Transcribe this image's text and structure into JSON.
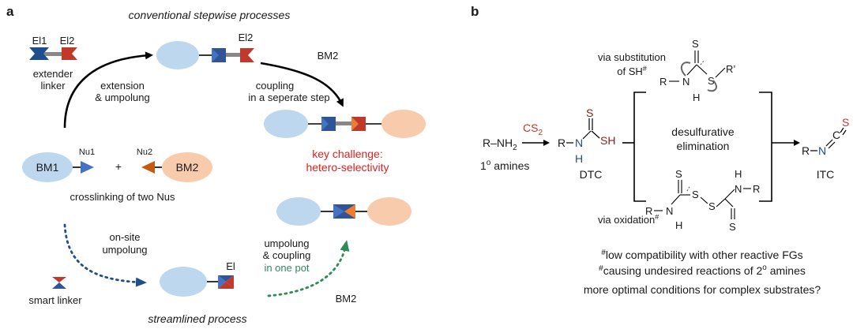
{
  "panel_a": {
    "letter": "a",
    "title_top": "conventional stepwise processes",
    "el1": "El1",
    "el2": "El2",
    "el2_mid": "El2",
    "extender_1": "extender",
    "extender_2": "linker",
    "extension_1": "extension",
    "extension_2": "& umpolung",
    "bm2_top": "BM2",
    "coupling_1": "coupling",
    "coupling_2": "in a seperate step",
    "key_1": "key challenge:",
    "key_2": "hetero-selectivity",
    "bm1": "BM1",
    "nu1": "Nu1",
    "plus": "+",
    "nu2": "Nu2",
    "bm2": "BM2",
    "crosslinking": "crosslinking of two Nus",
    "onsite_1": "on-site",
    "onsite_2": "umpolung",
    "smart_linker": "smart linker",
    "el_bottom": "El",
    "umpolung_1": "umpolung",
    "umpolung_2": "& coupling",
    "umpolung_3": "in one pot",
    "bm2_bottom": "BM2",
    "title_bottom": "streamlined process",
    "colors": {
      "blue_ellipse": "#bdd7ee",
      "peach_ellipse": "#f8cbad",
      "navy": "#2f5597",
      "red": "#c0392b",
      "green": "#2e8b57",
      "key_red": "#e02020"
    }
  },
  "panel_b": {
    "letter": "b",
    "r_nh2": "R–NH",
    "nh2_sub": "2",
    "primary": "1",
    "primary_sup": "o",
    "primary_rest": " amines",
    "cs2": "CS",
    "cs2_sub": "2",
    "dtc": "DTC",
    "via_sub_1": "via substitution",
    "via_sub_2": "of SH",
    "hash": "#",
    "desulf_1": "desulfurative",
    "desulf_2": "elimination",
    "via_ox": "via oxidation",
    "itc": "ITC",
    "note_1": "low compatibility with other reactive FGs",
    "note_2_a": "causing undesired reactions of 2",
    "note_2_sup": "o",
    "note_2_b": " amines",
    "question": "more optimal conditions for complex substrates?",
    "atoms": {
      "S": "S",
      "SH": "SH",
      "N": "N",
      "H": "H",
      "R": "R",
      "Rp": "R’",
      "C": "C"
    }
  }
}
